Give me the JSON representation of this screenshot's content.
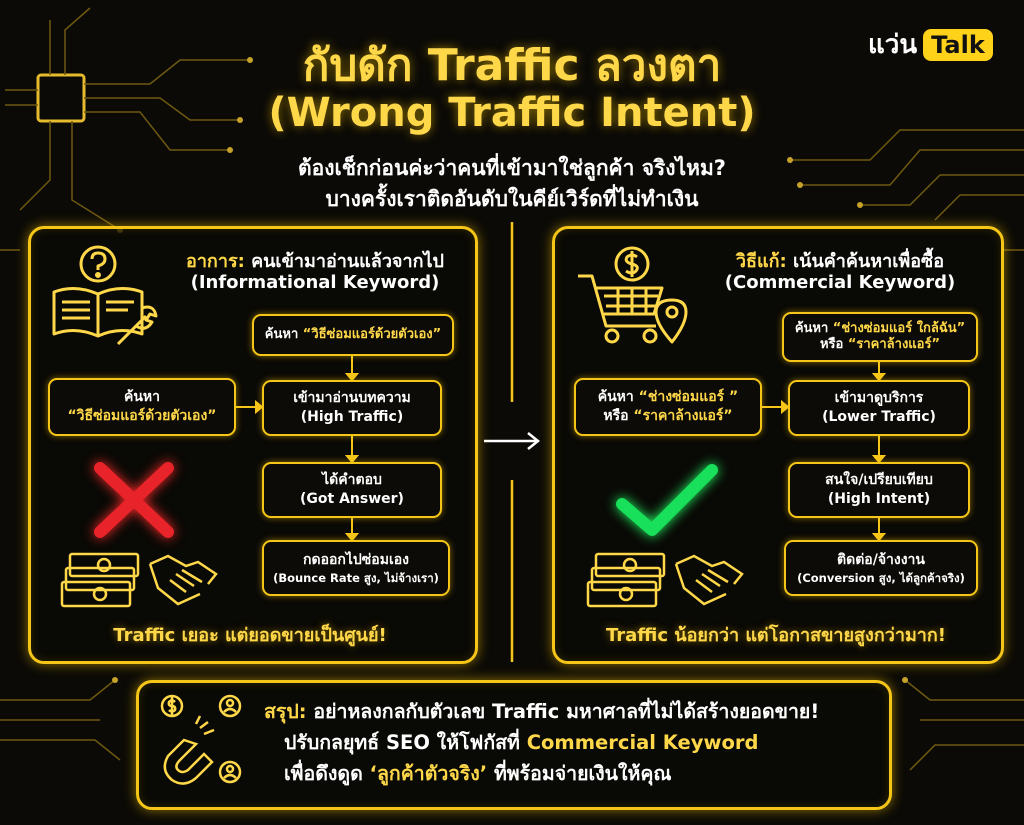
{
  "brand": {
    "prefix": "แว่น",
    "badge": "Talk"
  },
  "title": {
    "line1": "กับดัก Traffic ลวงตา",
    "line2": "(Wrong Traffic Intent)"
  },
  "subtitle": {
    "line1": "ต้องเช็กก่อนค่ะว่าคนที่เข้ามาใช่ลูกค้า จริงไหม?",
    "line2": "บางครั้งเราติดอันดับในคีย์เวิร์ดที่ไม่ทำเงิน"
  },
  "left": {
    "heading_label": "อาการ:",
    "heading_text": " คนเข้ามาอ่านแล้วจากไป",
    "heading_en": "(Informational Keyword)",
    "search_top": {
      "prefix": "ค้นหา",
      "query": "“วิธีซ่อมแอร์ด้วยตัวเอง”"
    },
    "search_side": {
      "line1": "ค้นหา",
      "line2": "“วิธีซ่อมแอร์ด้วยตัวเอง”"
    },
    "steps": [
      {
        "line1": "เข้ามาอ่านบทความ",
        "line2": "(High Traffic)"
      },
      {
        "line1": "ได้คำตอบ",
        "line2": "(Got Answer)"
      },
      {
        "line1": "กดออกไปซ่อมเอง",
        "line2": "(Bounce Rate สูง, ไม่จ้างเรา)"
      }
    ],
    "footer": "Traffic เยอะ แต่ยอดขายเป็นศูนย์!"
  },
  "right": {
    "heading_label": "วิธีแก้:",
    "heading_text": " เน้นคำค้นหาเพื่อซื้อ",
    "heading_en": "(Commercial Keyword)",
    "search_top": {
      "prefix": "ค้นหา",
      "q1": "“ช่างซ่อมแอร์ ใกล้ฉัน”",
      "mid": "หรือ",
      "q2": "“ราคาล้างแอร์”"
    },
    "search_side": {
      "prefix": "ค้นหา",
      "q1": "“ช่างซ่อมแอร์ ”",
      "mid": "หรือ",
      "q2": "“ราคาล้างแอร์”"
    },
    "steps": [
      {
        "line1": "เข้ามาดูบริการ",
        "line2": "(Lower Traffic)"
      },
      {
        "line1": "สนใจ/เปรียบเทียบ",
        "line2": "(High Intent)"
      },
      {
        "line1": "ติดต่อ/จ้างงาน",
        "line2": "(Conversion สูง, ได้ลูกค้าจริง)"
      }
    ],
    "footer": "Traffic น้อยกว่า แต่โอกาสขายสูงกว่ามาก!"
  },
  "summary": {
    "label": "สรุป:",
    "line1": " อย่าหลงกลกับตัวเลข Traffic มหาศาลที่ไม่ได้สร้างยอดขาย!",
    "line2_a": "ปรับกลยุทธ์ SEO ให้โฟกัสที่ ",
    "line2_b": "Commercial Keyword",
    "line3_a": "เพื่อดึงดูด ",
    "line3_b": "‘ลูกค้าตัวจริง’",
    "line3_c": " ที่พร้อมจ่ายเงินให้คุณ"
  },
  "colors": {
    "accent": "#f5c518",
    "cross": "#e8232a",
    "check": "#19e05a",
    "background": "#0b0a06"
  }
}
